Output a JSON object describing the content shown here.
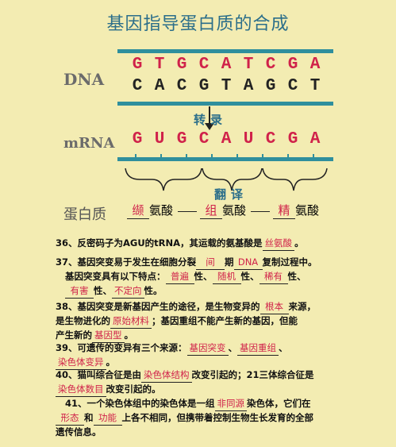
{
  "title": "基因指导蛋白质的合成",
  "labels": {
    "dna": "DNA",
    "mrna": "mRNA",
    "protein": "蛋白质"
  },
  "dna_top": [
    "G",
    "T",
    "G",
    "C",
    "A",
    "T",
    "C",
    "G",
    "A"
  ],
  "dna_bottom": [
    "C",
    "A",
    "C",
    "G",
    "T",
    "A",
    "G",
    "C",
    "T"
  ],
  "mrna": [
    "G",
    "U",
    "G",
    "C",
    "A",
    "U",
    "C",
    "G",
    "A"
  ],
  "steps": {
    "transcription": "转录",
    "translation": "翻译"
  },
  "protein": {
    "aa1": "缬",
    "aa2": "组",
    "aa3": "精",
    "suffix": "氨酸"
  },
  "qa": {
    "q36": {
      "pre": "36、反密码子为AGU的tRNA，其运载的氨基酸是",
      "a1": "丝氨酸",
      "post": "。"
    },
    "q37": {
      "pre": "37、基因突变易于发生在细胞分裂",
      "a1": "间",
      "mid1": "期",
      "a2": "DNA",
      "post1": "复制过程中。",
      "l2pre": "基因突变具有以下特点：",
      "a3": "普遍",
      "m2": "性、",
      "a4": "随机",
      "m3": "性、",
      "a5": "稀有",
      "m4": "性、",
      "a6": "有害",
      "m5": "性、",
      "a7": "不定向",
      "m6": "性。"
    },
    "q38": {
      "pre": "38、基因突变是新基因产生的途径，是生物变异的",
      "a1": "根本",
      "post1": "来源，",
      "l2pre": "是生物进化的",
      "a2": "原始材料",
      "l2post": "；基因重组不能产生新的基因，但能",
      "l3pre": "产生新的",
      "a3": "基因型",
      "l3post": "。"
    },
    "q39": {
      "pre": "39、可遗传的变异有三个来源：",
      "a1": "基因突变",
      "sep1": "、",
      "a2": "基因重组",
      "sep2": "、",
      "a3": "染色体变异",
      "post": "。"
    },
    "q40": {
      "pre": "40、猫叫综合征是由",
      "a1": "染色体结构",
      "mid": "改变引起的；21三体综合征是",
      "a2": "染色体数目",
      "post": "改变引起的。"
    },
    "q41": {
      "pre": "41、一个染色体组中的染色体是一组",
      "a1": "非同源",
      "post1": "染色体，它们在",
      "a2": "形态",
      "mid": "和",
      "a3": "功能",
      "post2": "上各不相同，但携带着控制生物生长发育的全部",
      "l3": "遗传信息。"
    }
  },
  "colors": {
    "answer": "#d0224a",
    "bar": "#2f8f9d",
    "title": "#2b6e8a",
    "background": "#f3ecb2"
  }
}
